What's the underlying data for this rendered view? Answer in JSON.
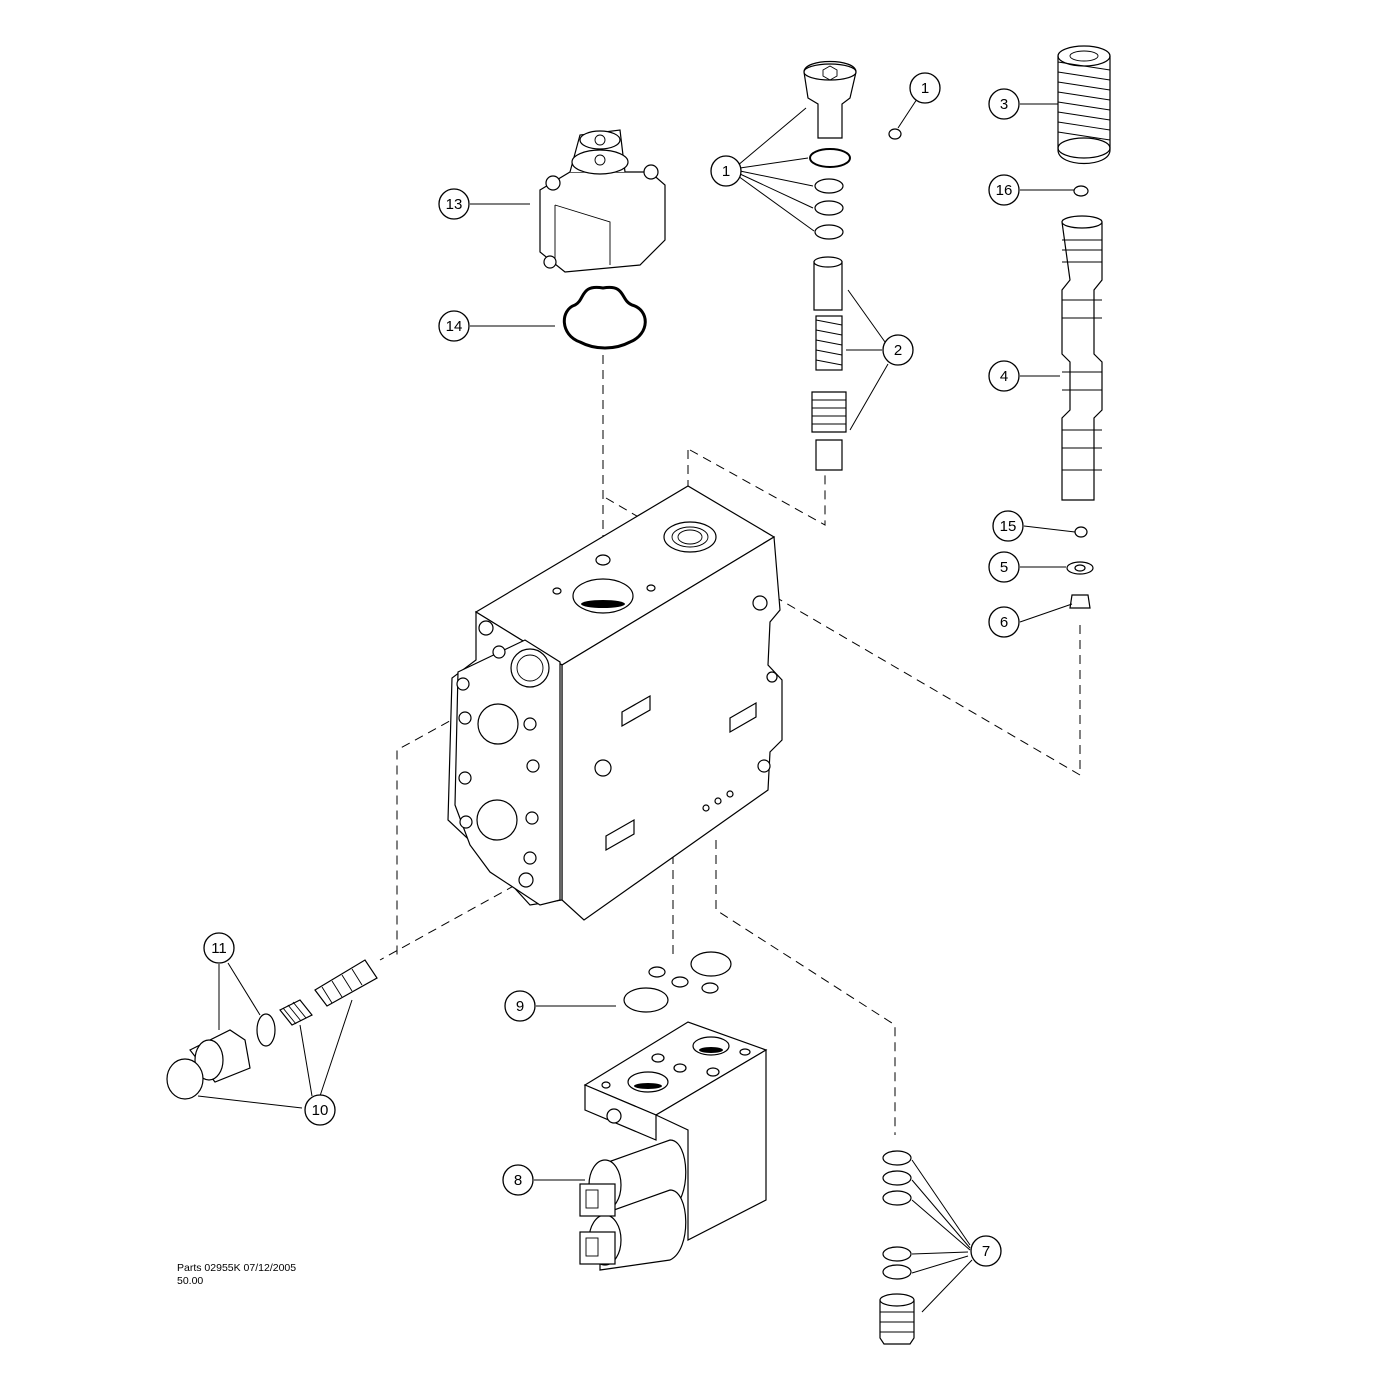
{
  "callouts": [
    {
      "label": "1"
    },
    {
      "label": "1"
    },
    {
      "label": "2"
    },
    {
      "label": "3"
    },
    {
      "label": "4"
    },
    {
      "label": "5"
    },
    {
      "label": "6"
    },
    {
      "label": "7"
    },
    {
      "label": "8"
    },
    {
      "label": "9"
    },
    {
      "label": "10"
    },
    {
      "label": "11"
    },
    {
      "label": "13"
    },
    {
      "label": "14"
    },
    {
      "label": "15"
    },
    {
      "label": "16"
    }
  ],
  "footer": {
    "line1": "Parts 02955K 07/12/2005",
    "line2": "50.00"
  }
}
